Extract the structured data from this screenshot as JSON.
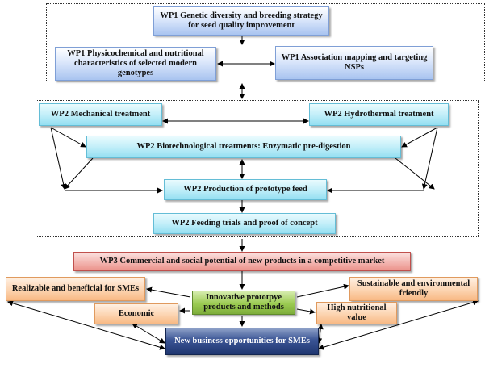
{
  "wp1": {
    "genetic": "WP1 Genetic diversity and breeding strategy for seed quality improvement",
    "physico": "WP1 Physicochemical and nutritional characteristics of selected modern genotypes",
    "association": "WP1 Association mapping and targeting NSPs"
  },
  "wp2": {
    "mechanical": "WP2 Mechanical treatment",
    "hydrothermal": "WP2 Hydrothermal treatment",
    "biotech": "WP2 Biotechnological treatments: Enzymatic pre-digestion",
    "production": "WP2 Production of prototype feed",
    "feeding": "WP2 Feeding trials and proof of concept"
  },
  "wp3": {
    "commercial": "WP3 Commercial  and social potential of new products in a competitive market"
  },
  "outcomes": {
    "realizable": "Realizable and beneficial for SMEs",
    "economic": "Economic",
    "innovative": "Innovative prototpye products and methods",
    "sustainable": "Sustainable and environmental friendly",
    "nutritional": "High nutritional value",
    "business": "New business opportunities for SMEs"
  },
  "colors": {
    "wp1_box": "#a9c4f0",
    "wp2_box": "#94dff2",
    "wp3_box": "#eb928b",
    "outcome_box": "#f8b984",
    "innovative_box": "#7dad3a",
    "business_box": "#1f3670"
  }
}
